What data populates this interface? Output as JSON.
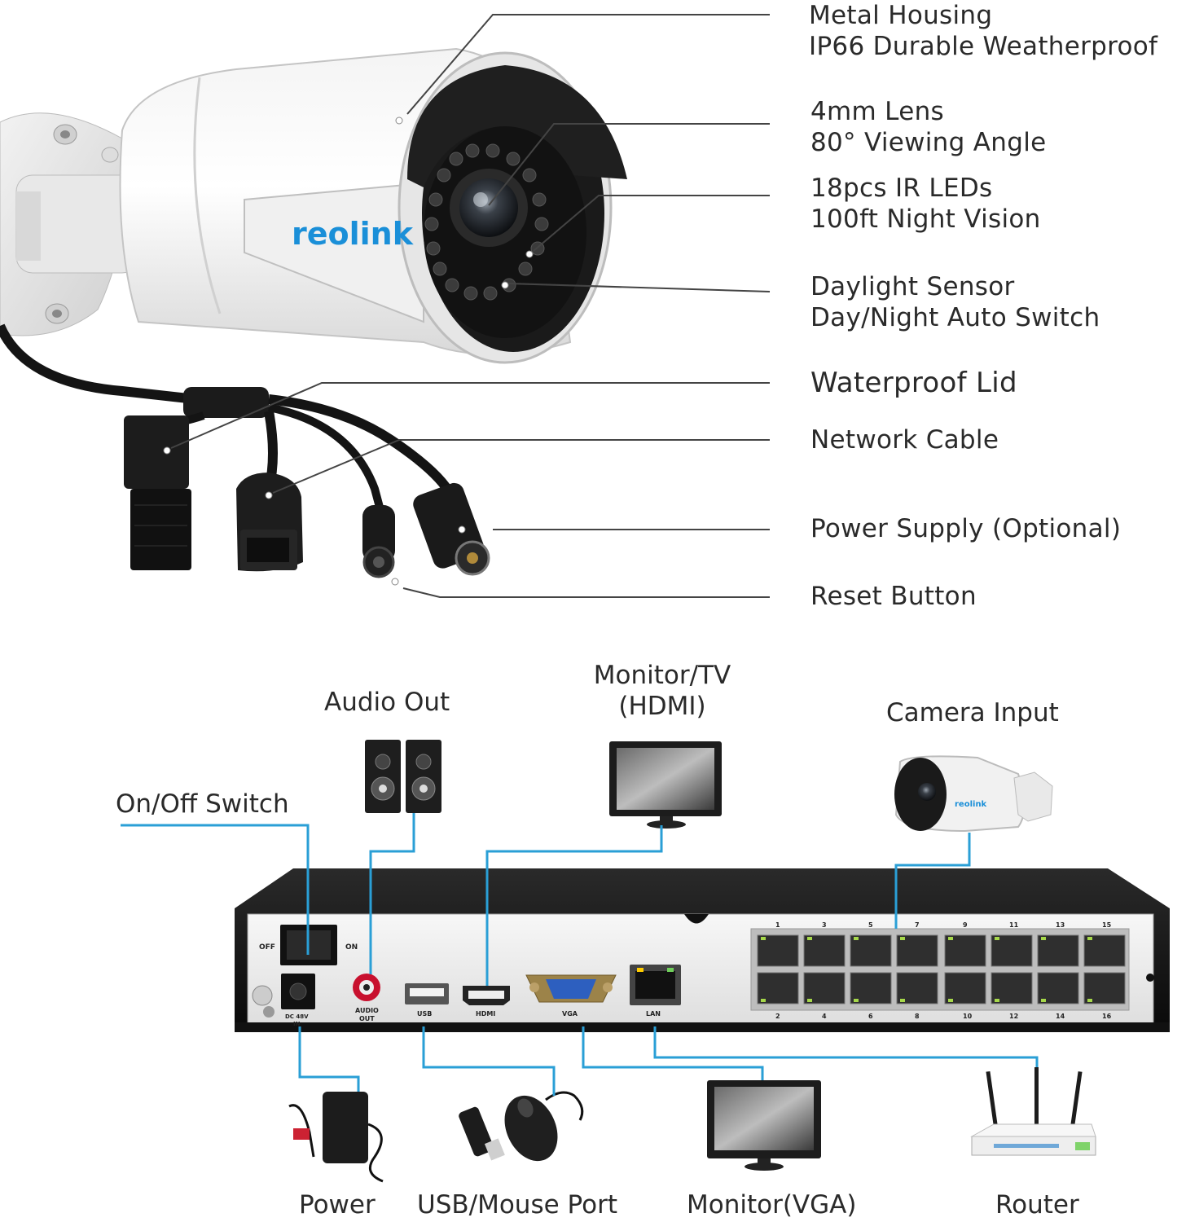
{
  "camera": {
    "brand_logo": "reolink",
    "callouts": [
      {
        "line1": "Metal Housing",
        "line2": "IP66 Durable Weatherproof"
      },
      {
        "line1": "4mm Lens",
        "line2": "80° Viewing Angle"
      },
      {
        "line1": "18pcs IR LEDs",
        "line2": "100ft Night Vision"
      },
      {
        "line1": "Daylight Sensor",
        "line2": "Day/Night Auto Switch"
      },
      {
        "line1": "Waterproof Lid",
        "line2": ""
      },
      {
        "line1": "Network Cable",
        "line2": ""
      },
      {
        "line1": "Power Supply (Optional)",
        "line2": ""
      },
      {
        "line1": "Reset Button",
        "line2": ""
      }
    ]
  },
  "nvr": {
    "labels": {
      "on_off": "On/Off Switch",
      "audio_out": "Audio Out",
      "monitor_hdmi_1": "Monitor/TV",
      "monitor_hdmi_2": "(HDMI)",
      "camera_input": "Camera Input",
      "power": "Power",
      "usb": "USB/Mouse Port",
      "monitor_vga": "Monitor(VGA)",
      "router": "Router"
    },
    "panel": {
      "off": "OFF",
      "on": "ON",
      "dc": "DC 48V",
      "dc_in": "IN",
      "audio": "AUDIO",
      "audio_out": "OUT",
      "usb": "USB",
      "hdmi": "HDMI",
      "vga": "VGA",
      "lan": "LAN",
      "small_logo": "reolink"
    },
    "port_numbers_top": [
      "1",
      "3",
      "5",
      "7",
      "9",
      "11",
      "13",
      "15"
    ],
    "port_numbers_bottom": [
      "2",
      "4",
      "6",
      "8",
      "10",
      "12",
      "14",
      "16"
    ]
  },
  "colors": {
    "connector_blue": "#2a9fd6",
    "callout_line": "#444444",
    "logo_blue": "#1a8fd8"
  }
}
